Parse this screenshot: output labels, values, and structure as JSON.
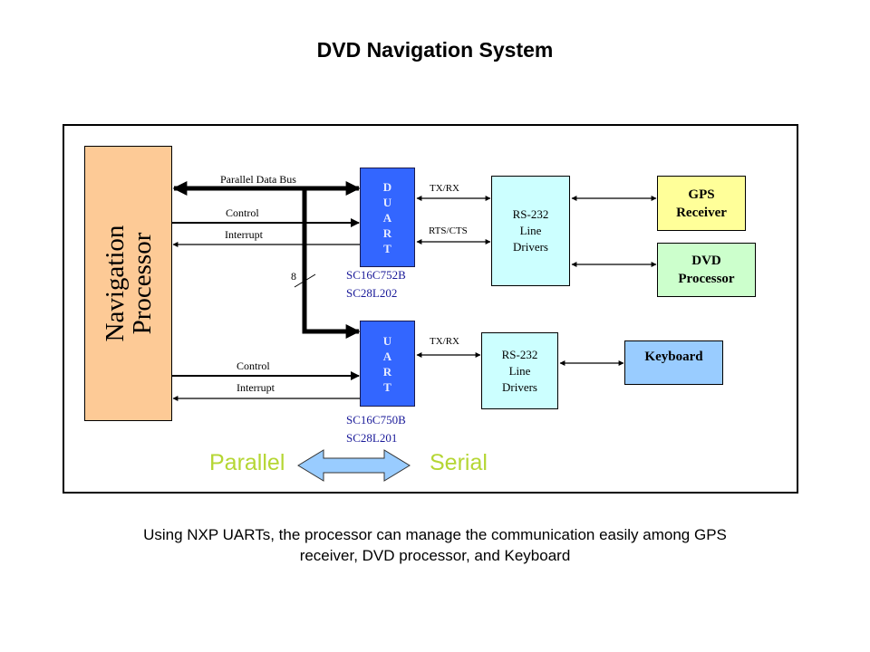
{
  "title": "DVD Navigation System",
  "diagram": {
    "navigation_processor": {
      "label": "Navigation Processor"
    },
    "bus_labels": {
      "parallel_data_bus": "Parallel Data Bus",
      "control_top": "Control",
      "interrupt_top": "Interrupt",
      "control_bottom": "Control",
      "interrupt_bottom": "Interrupt",
      "bus_width": "8"
    },
    "duart": {
      "letters": [
        "D",
        "U",
        "A",
        "R",
        "T"
      ],
      "part_numbers": [
        "SC16C752B",
        "SC28L202"
      ]
    },
    "uart": {
      "letters": [
        "U",
        "A",
        "R",
        "T"
      ],
      "part_numbers": [
        "SC16C750B",
        "SC28L201"
      ]
    },
    "signal_labels": {
      "txrx_top": "TX/RX",
      "rtscts": "RTS/CTS",
      "txrx_bottom": "TX/RX"
    },
    "rs232_top": {
      "lines": [
        "RS-232",
        "Line",
        "Drivers"
      ]
    },
    "rs232_bottom": {
      "lines": [
        "RS-232",
        "Line",
        "Drivers"
      ]
    },
    "gps_receiver": {
      "lines": [
        "GPS",
        "Receiver"
      ]
    },
    "dvd_processor": {
      "lines": [
        "DVD",
        "Processor"
      ]
    },
    "keyboard": {
      "label": "Keyboard"
    },
    "conversion": {
      "left": "Parallel",
      "right": "Serial"
    },
    "colors": {
      "navigation_processor": "#fdca96",
      "uart": "#3366ff",
      "rs232": "#ccffff",
      "gps": "#ffff99",
      "dvd": "#ccffcc",
      "keyboard": "#99ccff",
      "conversion_arrow": "#99ccff",
      "conversion_text": "#b5d634",
      "part_number_text": "#1a1a99"
    }
  },
  "caption": {
    "line1": "Using NXP UARTs, the processor can manage the communication easily among GPS",
    "line2": "receiver, DVD processor, and Keyboard"
  }
}
